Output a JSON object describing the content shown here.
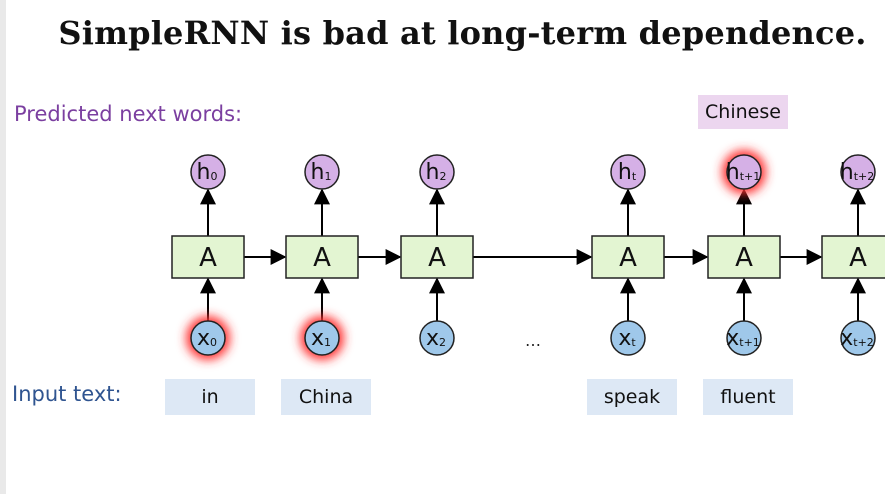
{
  "title": "SimpleRNN is bad at long-term dependence.",
  "labels": {
    "predicted": "Predicted next words:",
    "input": "Input text:"
  },
  "cell_label": "A",
  "ellipsis": "…",
  "hidden_states": [
    {
      "main": "h",
      "sub": "0",
      "highlight": false
    },
    {
      "main": "h",
      "sub": "1",
      "highlight": false
    },
    {
      "main": "h",
      "sub": "2",
      "highlight": false
    },
    {
      "main": "h",
      "sub": "t",
      "highlight": false
    },
    {
      "main": "h",
      "sub": "t+1",
      "highlight": true
    },
    {
      "main": "h",
      "sub": "t+2",
      "highlight": false
    }
  ],
  "inputs": [
    {
      "main": "x",
      "sub": "0",
      "highlight": true
    },
    {
      "main": "x",
      "sub": "1",
      "highlight": true
    },
    {
      "main": "x",
      "sub": "2",
      "highlight": false
    },
    {
      "main": "x",
      "sub": "t",
      "highlight": false
    },
    {
      "main": "x",
      "sub": "t+1",
      "highlight": false
    },
    {
      "main": "x",
      "sub": "t+2",
      "highlight": false
    }
  ],
  "input_words": [
    "in",
    "China",
    "speak",
    "fluent"
  ],
  "predicted_words": [
    "Chinese"
  ],
  "colors": {
    "cell": "#e3f5d2",
    "hidden": "#d5b0e6",
    "input": "#9fc8ea",
    "glow": "#ff3333",
    "input_word_bg": "#dde8f5",
    "predicted_word_bg": "#ecd6ef"
  }
}
